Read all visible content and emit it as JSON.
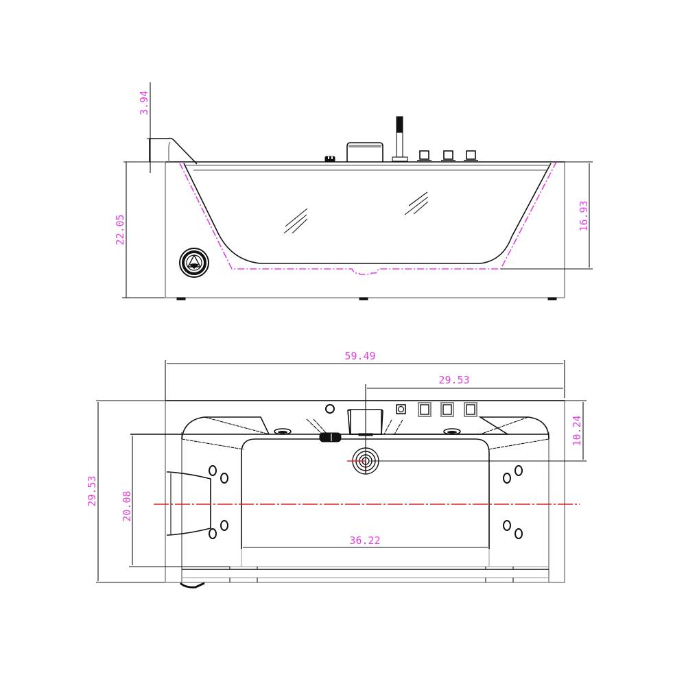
{
  "drawing": {
    "subject": "Bathtub dimension drawing",
    "line_colors": {
      "outline": "#111111",
      "secondary": "#8a8a8a",
      "dimension_text": "#e040e0",
      "water_line": "#e040e0",
      "center_line": "#e02020"
    }
  },
  "front_view": {
    "name": "Front elevation",
    "dimensions": {
      "headrest_height": "3.94",
      "overall_height": "22.05",
      "water_depth": "16.93"
    },
    "components": [
      "headrest",
      "control-knob",
      "waterfall-spout",
      "hand-shower",
      "control-button-1",
      "control-button-2",
      "control-button-3",
      "glass-panel",
      "side-light-jet",
      "feet"
    ]
  },
  "top_view": {
    "name": "Top plan view",
    "dimensions": {
      "overall_length": "59.49",
      "drain_to_end": "29.53",
      "overall_width": "29.53",
      "inner_width": "20.08",
      "drain_from_top": "10.24",
      "inner_bottom_length": "36.22"
    },
    "components": [
      "pillow",
      "overflow-ring",
      "waterfall-spout",
      "diverter-knob",
      "control-panel-button",
      "control-button-1",
      "control-button-2",
      "control-button-3",
      "drain",
      "jets-left",
      "jets-right",
      "back-jets",
      "center-line"
    ]
  }
}
